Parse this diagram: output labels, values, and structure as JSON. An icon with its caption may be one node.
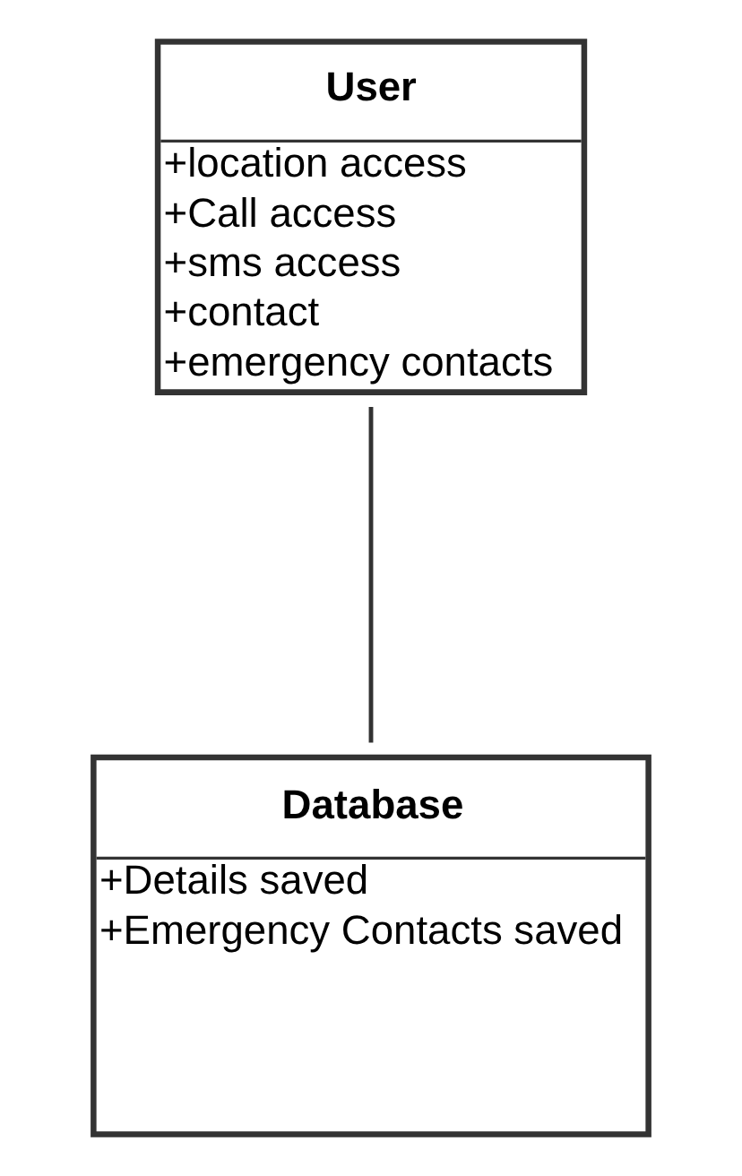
{
  "diagram": {
    "nodes": [
      {
        "text": [
          "User",
          "+location access",
          "+Call access",
          "+sms access",
          "+contact",
          "+emergency contacts"
        ]
      },
      {
        "text": [
          "Database",
          "+Details saved",
          "+Emergency Contacts saved"
        ]
      }
    ],
    "edges": [
      {
        "from": 0,
        "to": 1,
        "arrow": "none"
      }
    ]
  }
}
